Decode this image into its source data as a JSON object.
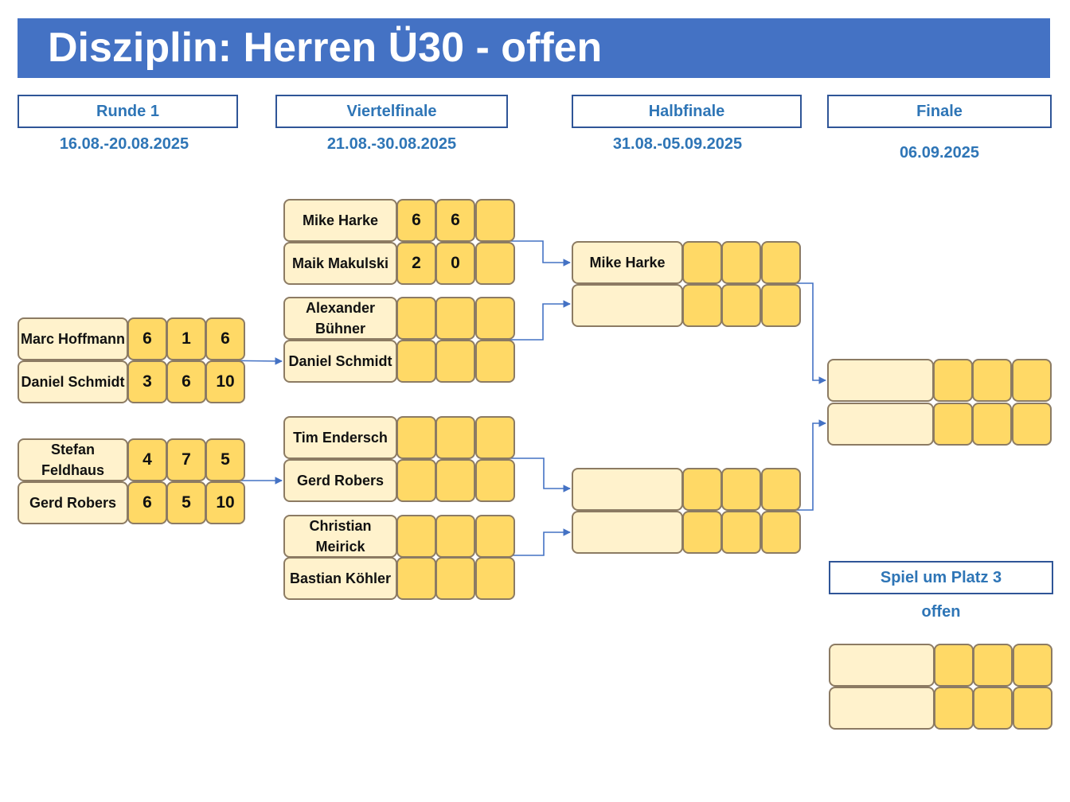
{
  "title": "Disziplin: Herren Ü30 - offen",
  "rounds": [
    {
      "label": "Runde 1",
      "date": "16.08.-20.08.2025"
    },
    {
      "label": "Viertelfinale",
      "date": "21.08.-30.08.2025"
    },
    {
      "label": "Halbfinale",
      "date": "31.08.-05.09.2025"
    },
    {
      "label": "Finale",
      "date": "06.09.2025"
    }
  ],
  "third_place": {
    "label": "Spiel um Platz 3",
    "status": "offen"
  },
  "round1": [
    {
      "name": "Marc Hoffmann",
      "scores": [
        "6",
        "1",
        "6"
      ]
    },
    {
      "name": "Daniel Schmidt",
      "scores": [
        "3",
        "6",
        "10"
      ]
    },
    {
      "name": "Stefan Feldhaus",
      "scores": [
        "4",
        "7",
        "5"
      ]
    },
    {
      "name": "Gerd Robers",
      "scores": [
        "6",
        "5",
        "10"
      ]
    }
  ],
  "quarterfinal": [
    {
      "name": "Mike Harke",
      "scores": [
        "6",
        "6",
        ""
      ]
    },
    {
      "name": "Maik Makulski",
      "scores": [
        "2",
        "0",
        ""
      ]
    },
    {
      "name": "Alexander Bühner",
      "scores": [
        "",
        "",
        ""
      ]
    },
    {
      "name": "Daniel Schmidt",
      "scores": [
        "",
        "",
        ""
      ]
    },
    {
      "name": "Tim Endersch",
      "scores": [
        "",
        "",
        ""
      ]
    },
    {
      "name": "Gerd Robers",
      "scores": [
        "",
        "",
        ""
      ]
    },
    {
      "name": "Christian Meirick",
      "scores": [
        "",
        "",
        ""
      ]
    },
    {
      "name": "Bastian Köhler",
      "scores": [
        "",
        "",
        ""
      ]
    }
  ],
  "semifinal": [
    {
      "name": "Mike Harke",
      "scores": [
        "",
        "",
        ""
      ]
    },
    {
      "name": "",
      "scores": [
        "",
        "",
        ""
      ]
    },
    {
      "name": "",
      "scores": [
        "",
        "",
        ""
      ]
    },
    {
      "name": "",
      "scores": [
        "",
        "",
        ""
      ]
    }
  ],
  "final": [
    {
      "name": "",
      "scores": [
        "",
        "",
        ""
      ]
    },
    {
      "name": "",
      "scores": [
        "",
        "",
        ""
      ]
    }
  ],
  "third_place_match": [
    {
      "name": "",
      "scores": [
        "",
        "",
        ""
      ]
    },
    {
      "name": "",
      "scores": [
        "",
        "",
        ""
      ]
    }
  ],
  "colors": {
    "header": "#4472c4",
    "label_text": "#2e75b6",
    "name_cell": "#fff2cc",
    "score_cell": "#ffd966",
    "connector": "#4472c4"
  }
}
